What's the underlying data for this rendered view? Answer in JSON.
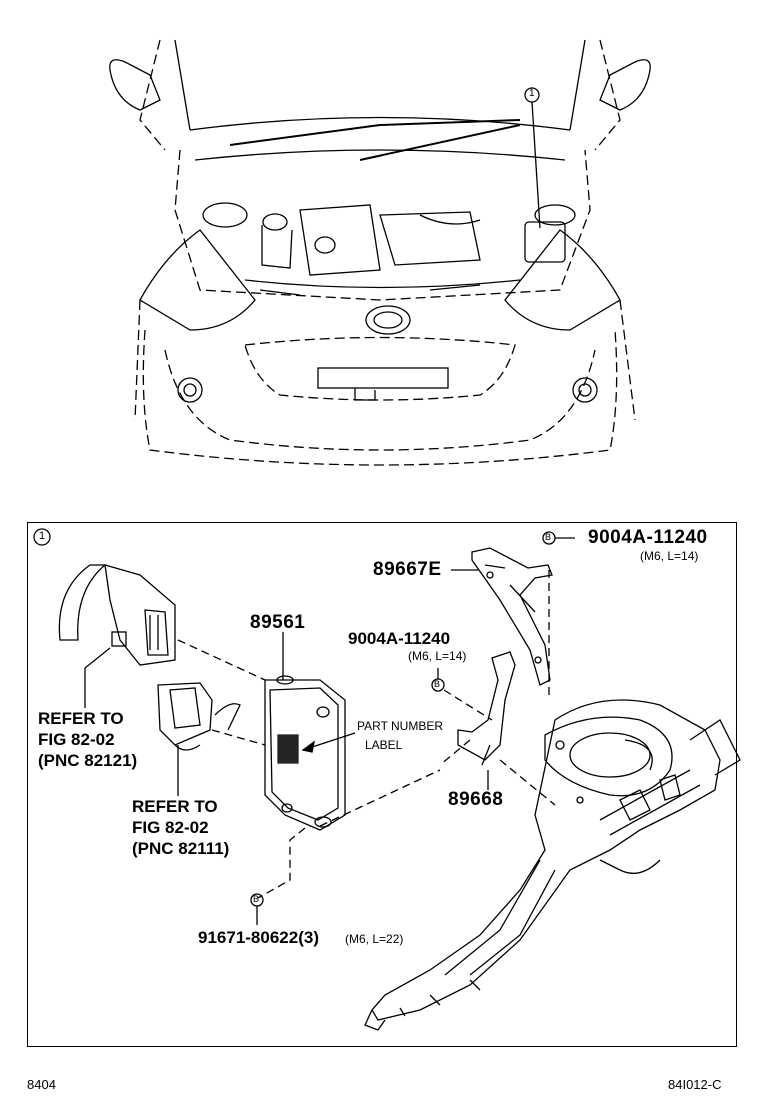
{
  "callout_marker": "1",
  "bolt_marker": "B",
  "detail_box": {
    "marker": "1",
    "labels": {
      "bolt_top_pn": "9004A-11240",
      "bolt_top_spec": "(M6, L=14)",
      "bracket_top_pn": "89667E",
      "ecu_pn": "89561",
      "bolt_mid_pn": "9004A-11240",
      "bolt_mid_spec": "(M6, L=14)",
      "part_label_line1": "PART NUMBER",
      "part_label_line2": "LABEL",
      "refer1_line1": "REFER TO",
      "refer1_line2": "FIG 82-02",
      "refer1_line3": "(PNC 82121)",
      "refer2_line1": "REFER TO",
      "refer2_line2": "FIG 82-02",
      "refer2_line3": "(PNC 82111)",
      "bracket_bottom_pn": "89668",
      "bolt_bottom_pn": "91671-80622(3)",
      "bolt_bottom_spec": "(M6, L=22)"
    }
  },
  "footer": {
    "left_code": "8404",
    "right_code": "84I012-C"
  }
}
